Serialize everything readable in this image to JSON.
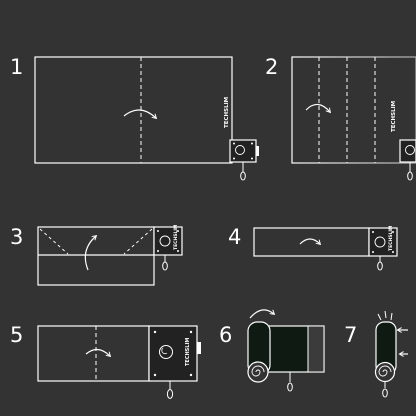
{
  "steps": [
    {
      "number": "1"
    },
    {
      "number": "2"
    },
    {
      "number": "3"
    },
    {
      "number": "4"
    },
    {
      "number": "5"
    },
    {
      "number": "6"
    },
    {
      "number": "7"
    }
  ],
  "brand": {
    "name": "TECHSLIM"
  },
  "colors": {
    "background": "#333333",
    "line": "#ffffff",
    "roll_dark": "#0f1a12"
  }
}
